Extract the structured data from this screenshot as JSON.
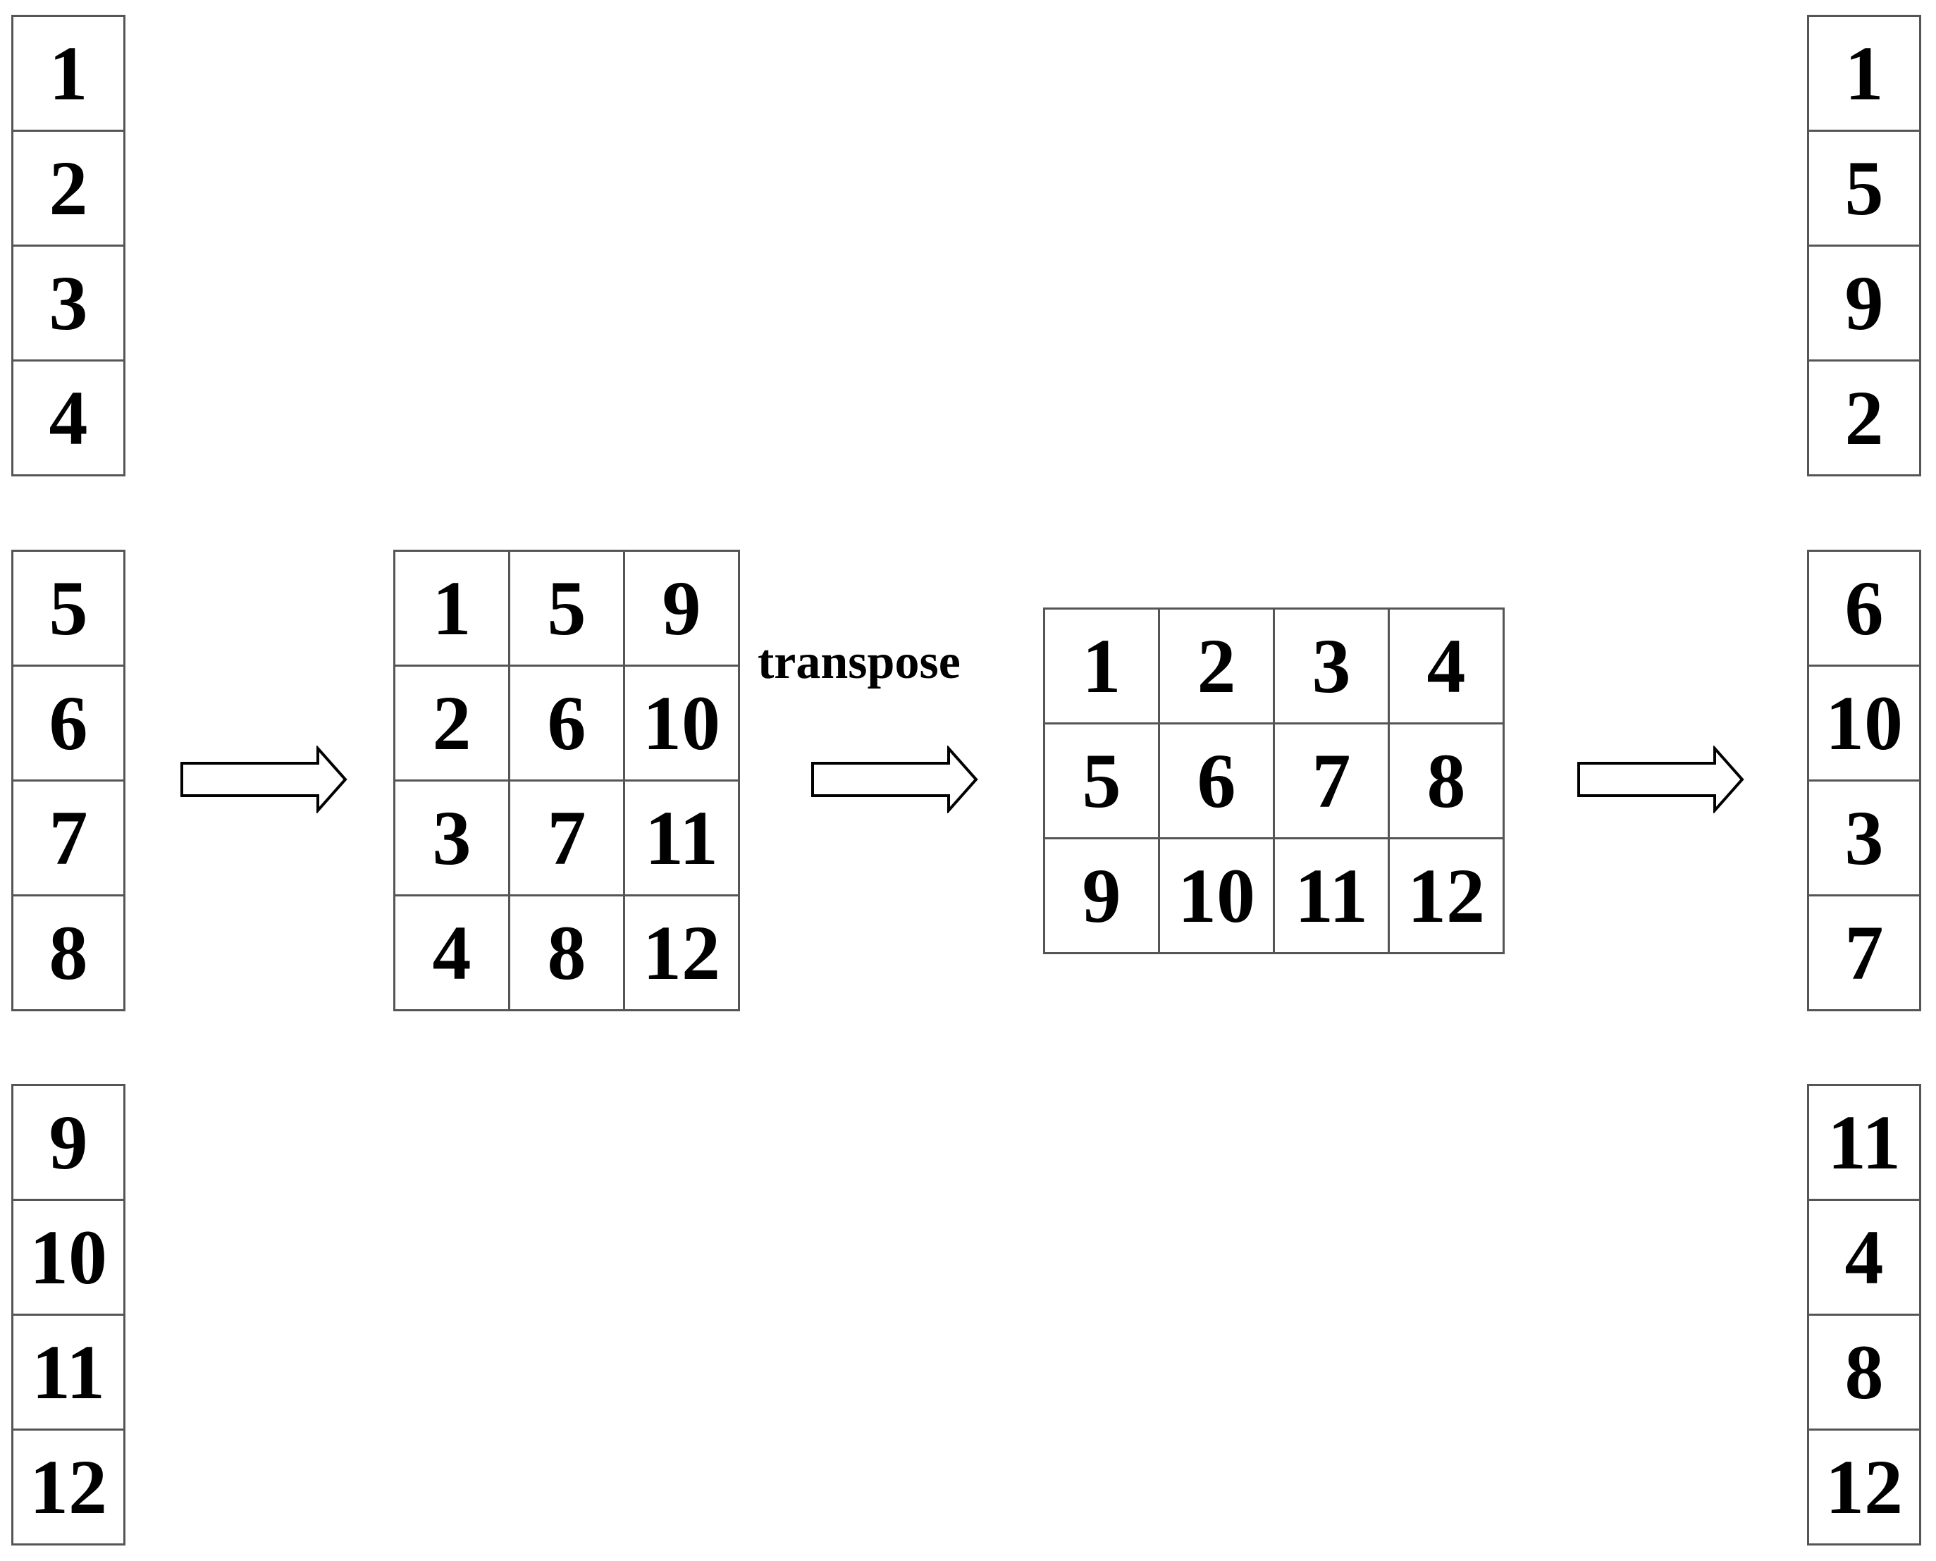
{
  "input_blocks": [
    [
      "1",
      "2",
      "3",
      "4"
    ],
    [
      "5",
      "6",
      "7",
      "8"
    ],
    [
      "9",
      "10",
      "11",
      "12"
    ]
  ],
  "matrix_before": [
    [
      "1",
      "5",
      "9"
    ],
    [
      "2",
      "6",
      "10"
    ],
    [
      "3",
      "7",
      "11"
    ],
    [
      "4",
      "8",
      "12"
    ]
  ],
  "transpose_label": "transpose",
  "matrix_after": [
    [
      "1",
      "2",
      "3",
      "4"
    ],
    [
      "5",
      "6",
      "7",
      "8"
    ],
    [
      "9",
      "10",
      "11",
      "12"
    ]
  ],
  "output_blocks": [
    [
      "1",
      "5",
      "9",
      "2"
    ],
    [
      "6",
      "10",
      "3",
      "7"
    ],
    [
      "11",
      "4",
      "8",
      "12"
    ]
  ],
  "colors": {
    "border": "#555555",
    "text": "#000000",
    "background": "#ffffff"
  }
}
